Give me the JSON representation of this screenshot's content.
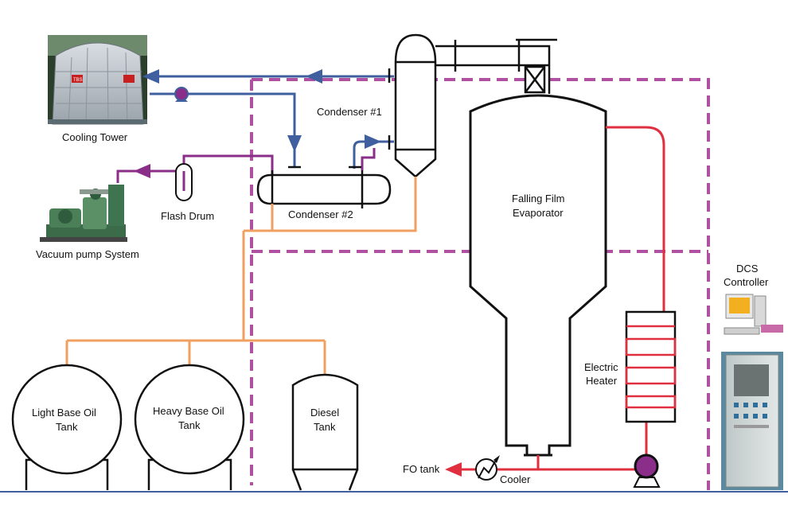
{
  "labels": {
    "cooling_tower": "Cooling Tower",
    "flash_drum": "Flash Drum",
    "vacuum_pump_system": "Vacuum pump System",
    "condenser_1": "Condenser #1",
    "condenser_2": "Condenser #2",
    "falling_film_line1": "Falling Film",
    "falling_film_line2": "Evaporator",
    "dcs_line1": "DCS",
    "dcs_line2": "Controller",
    "electric_line1": "Electric",
    "electric_line2": "Heater",
    "light_tank_line1": "Light Base Oil",
    "light_tank_line2": "Tank",
    "heavy_tank_line1": "Heavy Base Oil",
    "heavy_tank_line2": "Tank",
    "diesel_line1": "Diesel",
    "diesel_line2": "Tank",
    "fo_tank": "FO tank",
    "cooler": "Cooler",
    "tower_badge": "TBS"
  },
  "colors": {
    "cooling_water": "#3f5f9f",
    "vacuum_line": "#8a2e8a",
    "distillate_line": "#f0a060",
    "heating_loop": "#e03040",
    "boundary_dashed": "#b050a0",
    "ground_line": "#3f5f9f",
    "equipment_outline": "#111111"
  },
  "icons": [
    "cooling-tower-photo",
    "vacuum-pump-photo",
    "dcs-computer-icon",
    "dcs-cabinet-photo",
    "pump-icon",
    "cooler-icon"
  ]
}
